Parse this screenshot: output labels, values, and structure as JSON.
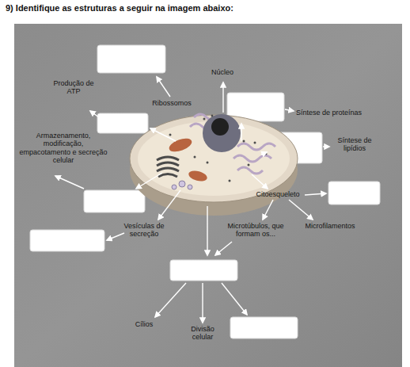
{
  "diagram": {
    "title": "9) Identifique as estruturas a seguir na imagem abaixo:",
    "labels": [
      "Núcleo",
      "Produção de ATP",
      "Ribossomos",
      "Síntese de proteínas",
      "Síntese de lipídios",
      "Armazenamento, modificação, empacotamento e secreção celular",
      "Citoesqueleto",
      "Vesículas de secreção",
      "Microtúbulos, que formam os...",
      "Microfilamentos",
      "Cílios",
      "Divisão celular"
    ]
  }
}
